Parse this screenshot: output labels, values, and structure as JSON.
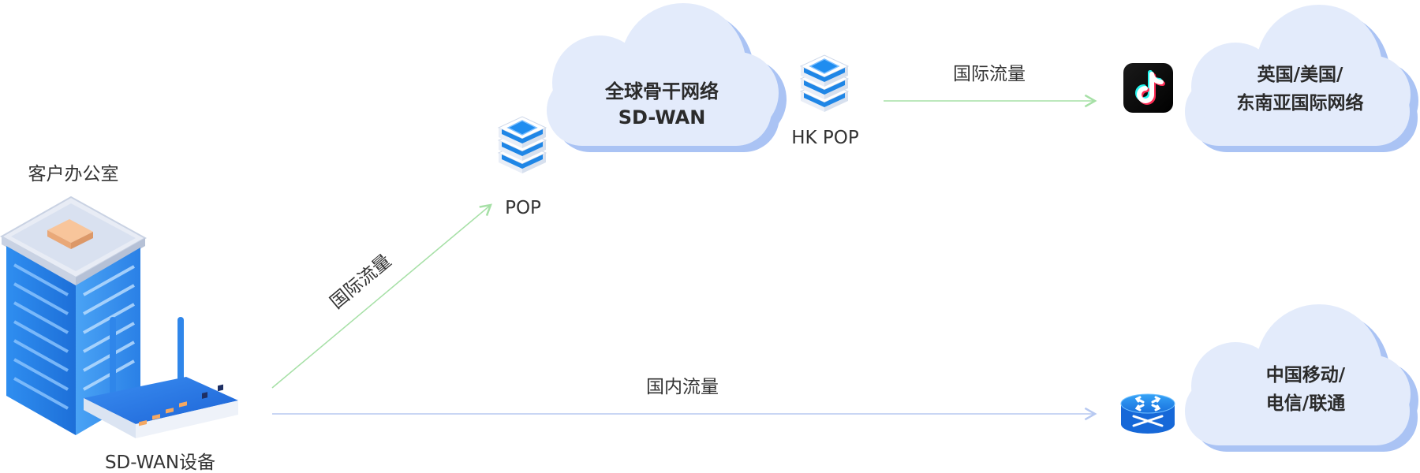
{
  "labels": {
    "office": "客户办公室",
    "sdwan_device": "SD-WAN设备",
    "pop": "POP",
    "hk_pop": "HK POP",
    "intl_traffic_diag": "国际流量",
    "intl_traffic_top": "国际流量",
    "domestic_traffic": "国内流量"
  },
  "clouds": {
    "backbone": {
      "line1": "全球骨干网络",
      "line2": "SD-WAN"
    },
    "intl": {
      "line1": "英国/美国/",
      "line2": "东南亚国际网络"
    },
    "china": {
      "line1": "中国移动/",
      "line2": "电信/联通"
    }
  },
  "colors": {
    "cloud_fill": "#e3ebfb",
    "cloud_shadow": "#aac3f4",
    "green_line": "#a6e0a6",
    "blue_line": "#b7c9f1",
    "server_blue": "#1f86e6",
    "router_blue": "#1a73e8"
  },
  "icons": {
    "app": "tiktok-icon",
    "router": "router-icon",
    "server": "server-stack-icon",
    "building": "office-building-icon",
    "device": "sd-wan-router-icon"
  }
}
